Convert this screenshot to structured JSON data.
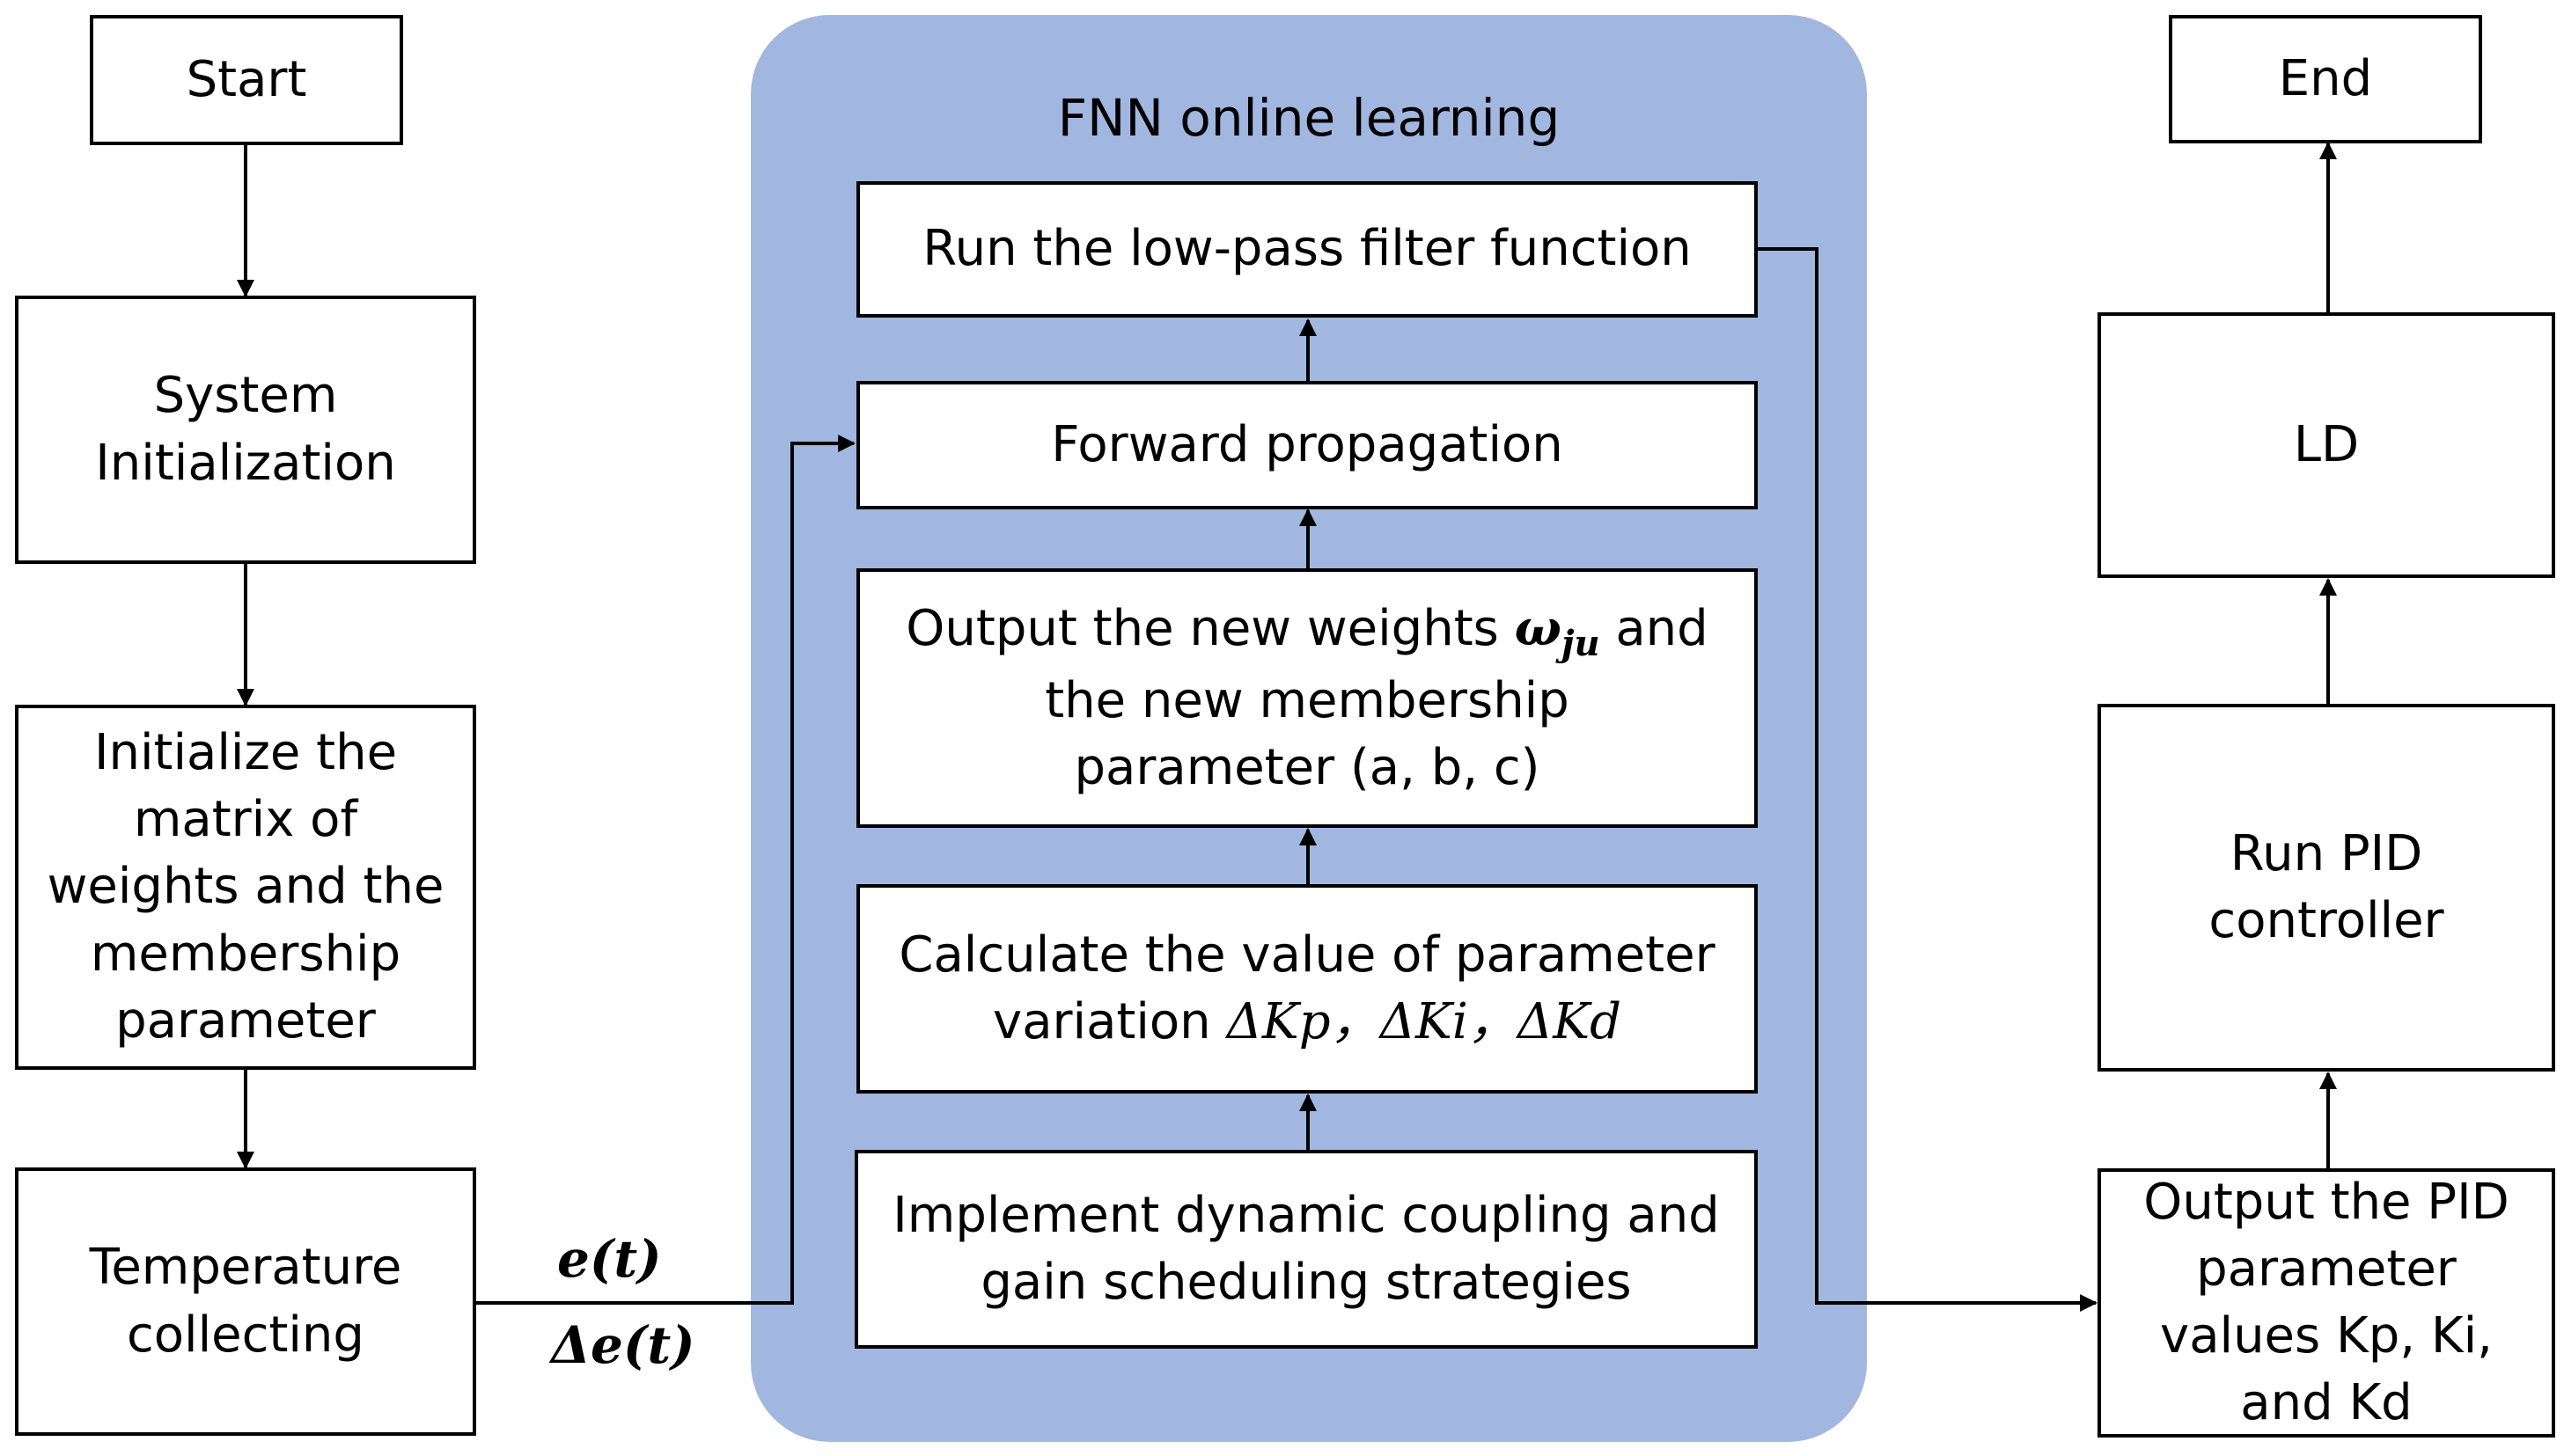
{
  "panel": {
    "title": "FNN online learning",
    "fill": "#a1b7e0"
  },
  "left": {
    "start": "Start",
    "system_init": [
      "System",
      "Initialization"
    ],
    "init_matrix": [
      "Initialize the",
      "matrix of",
      "weights and the",
      "membership",
      "parameter"
    ],
    "temperature": [
      "Temperature",
      "collecting"
    ]
  },
  "signals": {
    "error": "e(t)",
    "delta_error": "Δe(t)"
  },
  "center": {
    "lowpass": "Run the low-pass filter function",
    "forward": "Forward propagation",
    "weights": {
      "line1_pre": "Output the new weights ",
      "symbol": "ω",
      "subscript": "ju",
      "line1_post": " and",
      "line2": "the new membership",
      "line3": "parameter (a, b, c)"
    },
    "calc": {
      "line1": "Calculate the value of parameter",
      "line2_pre": "variation ",
      "math": "ΔKp，ΔKi，ΔKd"
    },
    "implement": [
      "Implement dynamic coupling and",
      "gain scheduling strategies"
    ]
  },
  "right": {
    "end": "End",
    "ld": "LD",
    "run_pid": [
      "Run PID",
      "controller"
    ],
    "output_pid": [
      "Output the PID",
      "parameter",
      "values Kp, Ki,",
      "and Kd"
    ]
  }
}
